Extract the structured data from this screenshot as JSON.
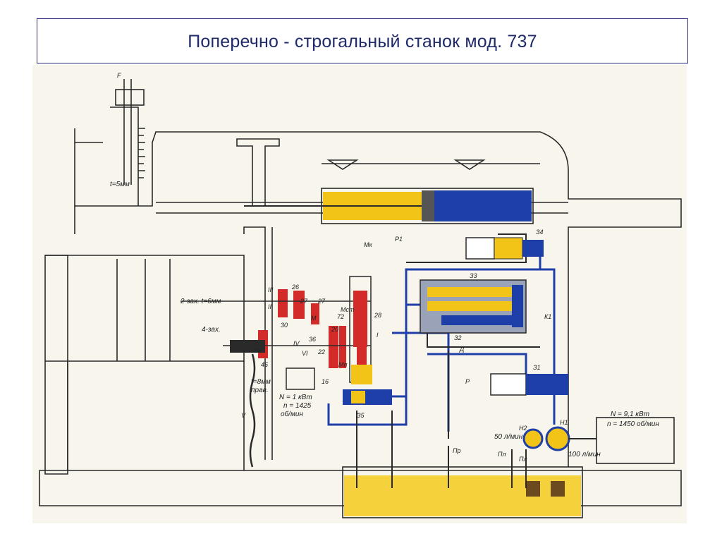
{
  "title": "Поперечно - строгальный станок мод. 737",
  "labels": {
    "t5": "t=5мм",
    "feed2": "2-зах. t=6мм",
    "feed4": "4-зах.",
    "t8": "t=8мм",
    "prav": "прав.",
    "motor1_n": "N = 1 кВт",
    "motor1_rpm": "n = 1425",
    "motor1_unit": "об/мин",
    "motor2_n": "N = 9,1 кВт",
    "motor2_rpm": "n = 1450 об/мин",
    "flow50": "50 л/мин",
    "flow100": "100 л/мин",
    "g26": "26",
    "g27a": "27",
    "g27b": "27",
    "g30": "30",
    "g28": "28",
    "g36": "36",
    "g26b": "26",
    "g46": "46",
    "g16": "16",
    "g22": "22",
    "g20": "20",
    "g72": "72",
    "rIII": "III",
    "rII": "II",
    "rIV": "IV",
    "rVI": "VI",
    "rV": "V",
    "rI": "I",
    "mM": "М",
    "mMk": "Мк",
    "mMcm": "Мст",
    "mMn": "Мп",
    "pP": "Р",
    "pP1": "Р1",
    "z1": "З1",
    "z2": "З2",
    "z3": "З3",
    "z4": "З4",
    "z5": "З5",
    "k1": "К1",
    "d": "Д",
    "n1": "Н1",
    "n2": "Н2",
    "pr": "Пр",
    "pl1": "Пл",
    "pl2": "Пл",
    "f": "F"
  },
  "colors": {
    "pressure": "#1f3fa8",
    "drain": "#f2c418",
    "oil": "#f5d23c",
    "gear": "#d32a2a",
    "line": "#2a2a2a"
  }
}
